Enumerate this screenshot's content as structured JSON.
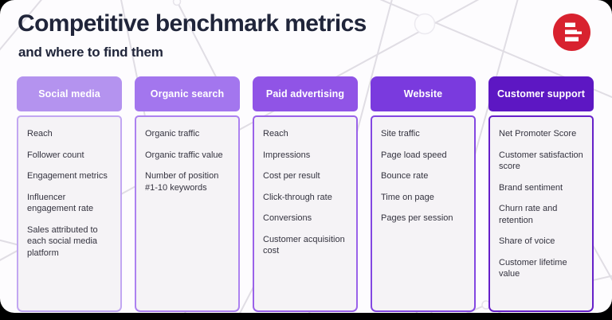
{
  "page": {
    "title": "Competitive benchmark metrics",
    "subtitle": "and where to find them"
  },
  "logo": {
    "name": "bar-chart-logo",
    "circle_color": "#d8222f",
    "bar_color": "#ffffff"
  },
  "columns": [
    {
      "label": "Social media",
      "header_color": "#b493ef",
      "border_color": "#c2a7f2",
      "items": [
        "Reach",
        "Follower count",
        "Engagement metrics",
        "Influencer engagement rate",
        "Sales attributed to each social media platform"
      ]
    },
    {
      "label": "Organic search",
      "header_color": "#a376ee",
      "border_color": "#ad82f0",
      "items": [
        "Organic traffic",
        "Organic traffic value",
        "Number of position #1-10 keywords"
      ]
    },
    {
      "label": "Paid advertising",
      "header_color": "#9054e6",
      "border_color": "#9a62e9",
      "items": [
        "Reach",
        "Impressions",
        "Cost per result",
        "Click-through rate",
        "Conversions",
        "Customer acquisition cost"
      ]
    },
    {
      "label": "Website",
      "header_color": "#7a3ade",
      "border_color": "#8347e1",
      "items": [
        "Site traffic",
        "Page load speed",
        "Bounce rate",
        "Time on page",
        "Pages per session"
      ]
    },
    {
      "label": "Customer support",
      "header_color": "#5d17c3",
      "border_color": "#6620c9",
      "items": [
        "Net Promoter Score",
        "Customer satisfaction score",
        "Brand sentiment",
        "Churn rate and retention",
        "Share of voice",
        "Customer lifetime value"
      ]
    }
  ],
  "style": {
    "canvas_background": "#fdfcfe",
    "card_body_background": "#f5f3f6",
    "title_color": "#20253a",
    "item_text_color": "#34333f",
    "decorative_line_color": "#e0dde4",
    "outer_background": "#000000"
  }
}
